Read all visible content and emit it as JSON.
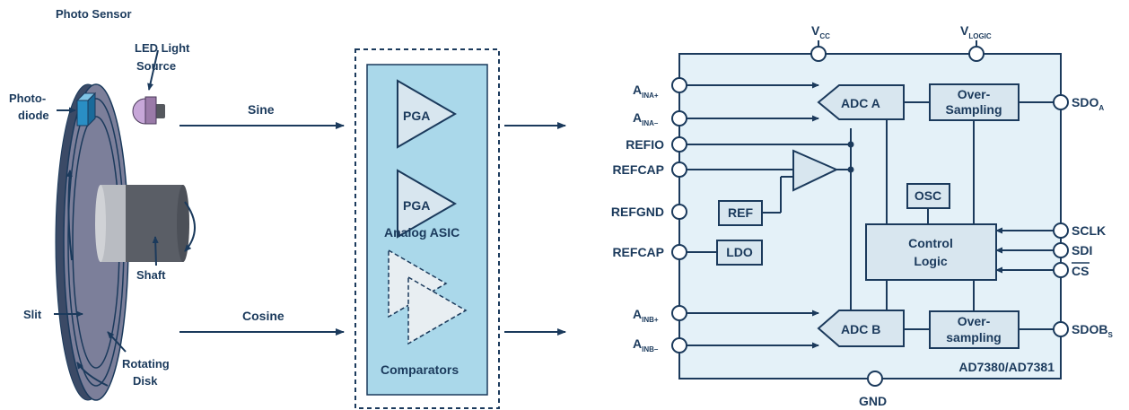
{
  "encoder": {
    "title": "Photo Sensor",
    "led_label": [
      "LED Light",
      "Source"
    ],
    "photodiode_label": [
      "Photo-",
      "diode"
    ],
    "shaft_label": "Shaft",
    "slit_label": "Slit",
    "disk_label": [
      "Rotating",
      "Disk"
    ]
  },
  "signals": {
    "sine": "Sine",
    "cosine": "Cosine"
  },
  "asic": {
    "pga1": "PGA",
    "pga2": "PGA",
    "asic_label": "Analog ASIC",
    "comparators_label": "Comparators"
  },
  "adc": {
    "part_number": "AD7380/AD7381",
    "vcc": {
      "main": "V",
      "sub": "CC"
    },
    "vlogic": {
      "main": "V",
      "sub": "LOGIC"
    },
    "gnd": "GND",
    "ain_a_plus": {
      "main": "A",
      "sub": "INA+"
    },
    "ain_a_minus": {
      "main": "A",
      "sub": "INA–"
    },
    "refio": "REFIO",
    "refcap1": "REFCAP",
    "refgnd": "REFGND",
    "refcap2": "REFCAP",
    "ain_b_plus": {
      "main": "A",
      "sub": "INB+"
    },
    "ain_b_minus": {
      "main": "A",
      "sub": "INB–"
    },
    "sdoa": {
      "main": "SDO",
      "sub": "A"
    },
    "sclk": "SCLK",
    "sdi": "SDI",
    "cs": "CS",
    "sdob": {
      "main": "SDOB",
      "sub": "S"
    },
    "adc_a": "ADC A",
    "adc_b": "ADC B",
    "oversampling_a": [
      "Over-",
      "Sampling"
    ],
    "oversampling_b": [
      "Over-",
      "sampling"
    ],
    "osc": "OSC",
    "ref": "REF",
    "ldo": "LDO",
    "control_logic": [
      "Control",
      "Logic"
    ]
  }
}
